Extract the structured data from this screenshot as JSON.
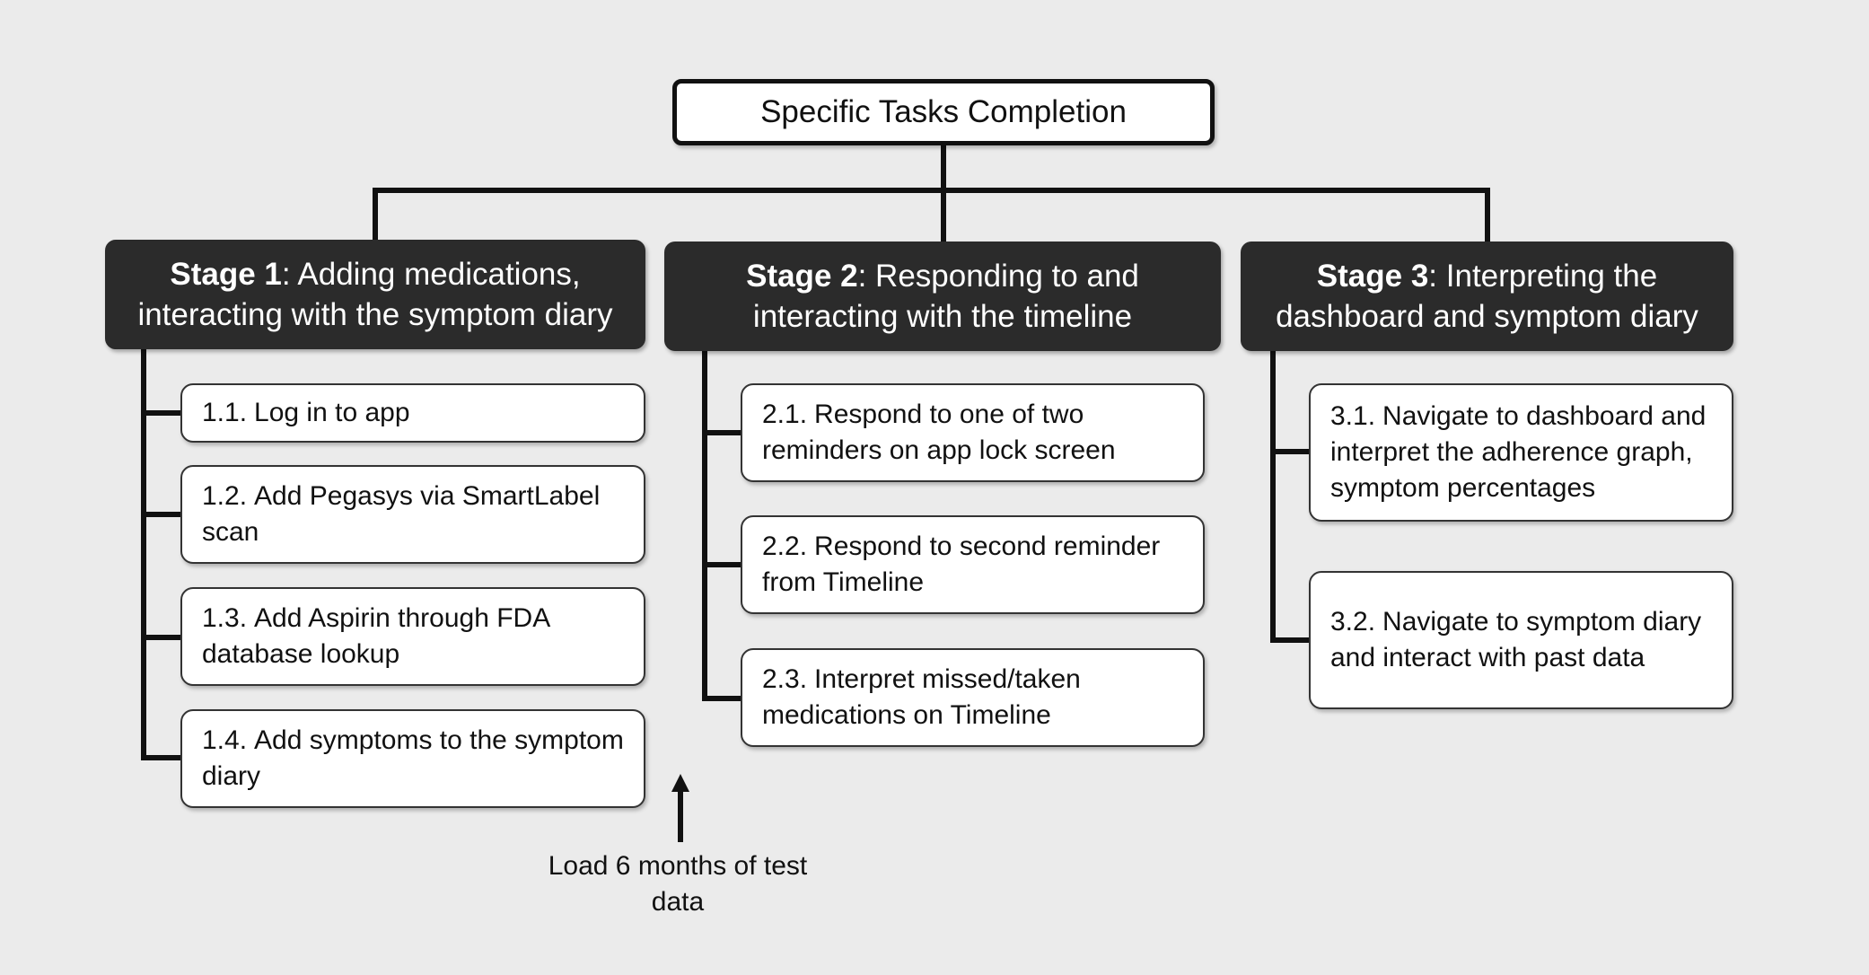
{
  "root": {
    "title": "Specific Tasks Completion"
  },
  "stages": [
    {
      "label": "Stage 1",
      "title": "Adding medications,",
      "title_line2": "interacting with the symptom diary",
      "tasks": [
        {
          "num": "1.1.",
          "text": "Log in to app"
        },
        {
          "num": "1.2.",
          "text": "Add Pegasys via SmartLabel scan"
        },
        {
          "num": "1.3.",
          "text": "Add Aspirin through FDA database lookup"
        },
        {
          "num": "1.4.",
          "text": "Add symptoms to the symptom diary"
        }
      ]
    },
    {
      "label": "Stage 2",
      "title": "Responding to and",
      "title_line2": "interacting with the timeline",
      "tasks": [
        {
          "num": "2.1.",
          "text": "Respond to one of two reminders on app lock screen"
        },
        {
          "num": "2.2.",
          "text": "Respond to second reminder from Timeline"
        },
        {
          "num": "2.3.",
          "text": "Interpret missed/taken medications on Timeline"
        }
      ]
    },
    {
      "label": "Stage 3",
      "title": "Interpreting the",
      "title_line2": "dashboard and symptom diary",
      "tasks": [
        {
          "num": "3.1.",
          "text": "Navigate to dashboard and interpret the adherence graph, symptom percentages"
        },
        {
          "num": "3.2.",
          "text": "Navigate to symptom diary and interact with past data"
        }
      ]
    }
  ],
  "annotation": {
    "text": "Load 6 months of test data"
  },
  "colors": {
    "stage_fill": "#2b2b2b",
    "background": "#ebebeb",
    "line": "#111111"
  }
}
